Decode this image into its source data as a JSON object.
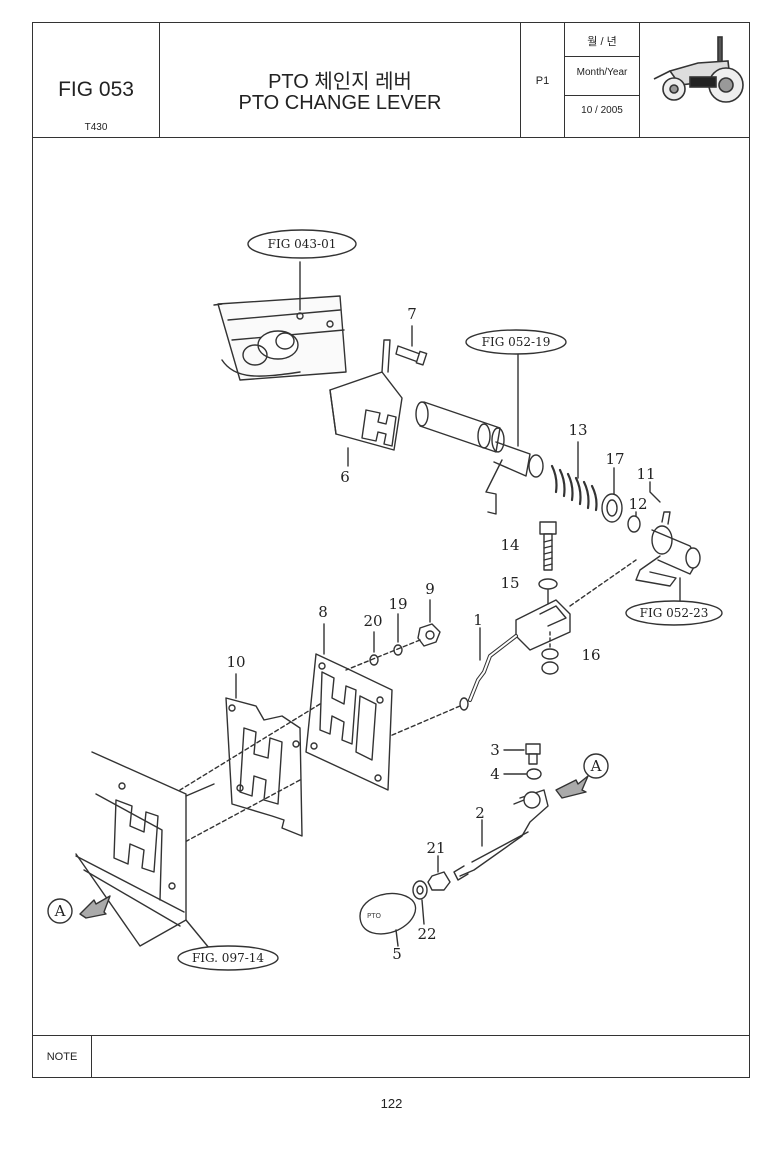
{
  "header": {
    "fig_no": "FIG 053",
    "model": "T430",
    "title_ko": "PTO 체인지 레버",
    "title_en": "PTO CHANGE LEVER",
    "page_code": "P1",
    "month_year_ko": "월 / 년",
    "month_year_en": "Month/Year",
    "date": "10 / 2005"
  },
  "refs": {
    "fig_043_01": "FIG 043-01",
    "fig_052_19": "FIG 052-19",
    "fig_052_23": "FIG 052-23",
    "fig_097_14": "FIG. 097-14"
  },
  "parts": {
    "p1": "1",
    "p2": "2",
    "p3": "3",
    "p4": "4",
    "p5": "5",
    "p6": "6",
    "p7": "7",
    "p8": "8",
    "p9": "9",
    "p10": "10",
    "p11": "11",
    "p12": "12",
    "p13": "13",
    "p14": "14",
    "p15": "15",
    "p16": "16",
    "p17": "17",
    "p19": "19",
    "p20": "20",
    "p21": "21",
    "p22": "22"
  },
  "markers": {
    "a_right": "A",
    "a_left": "A"
  },
  "knob_text": "PTO",
  "note_label": "NOTE",
  "page_number": "122"
}
